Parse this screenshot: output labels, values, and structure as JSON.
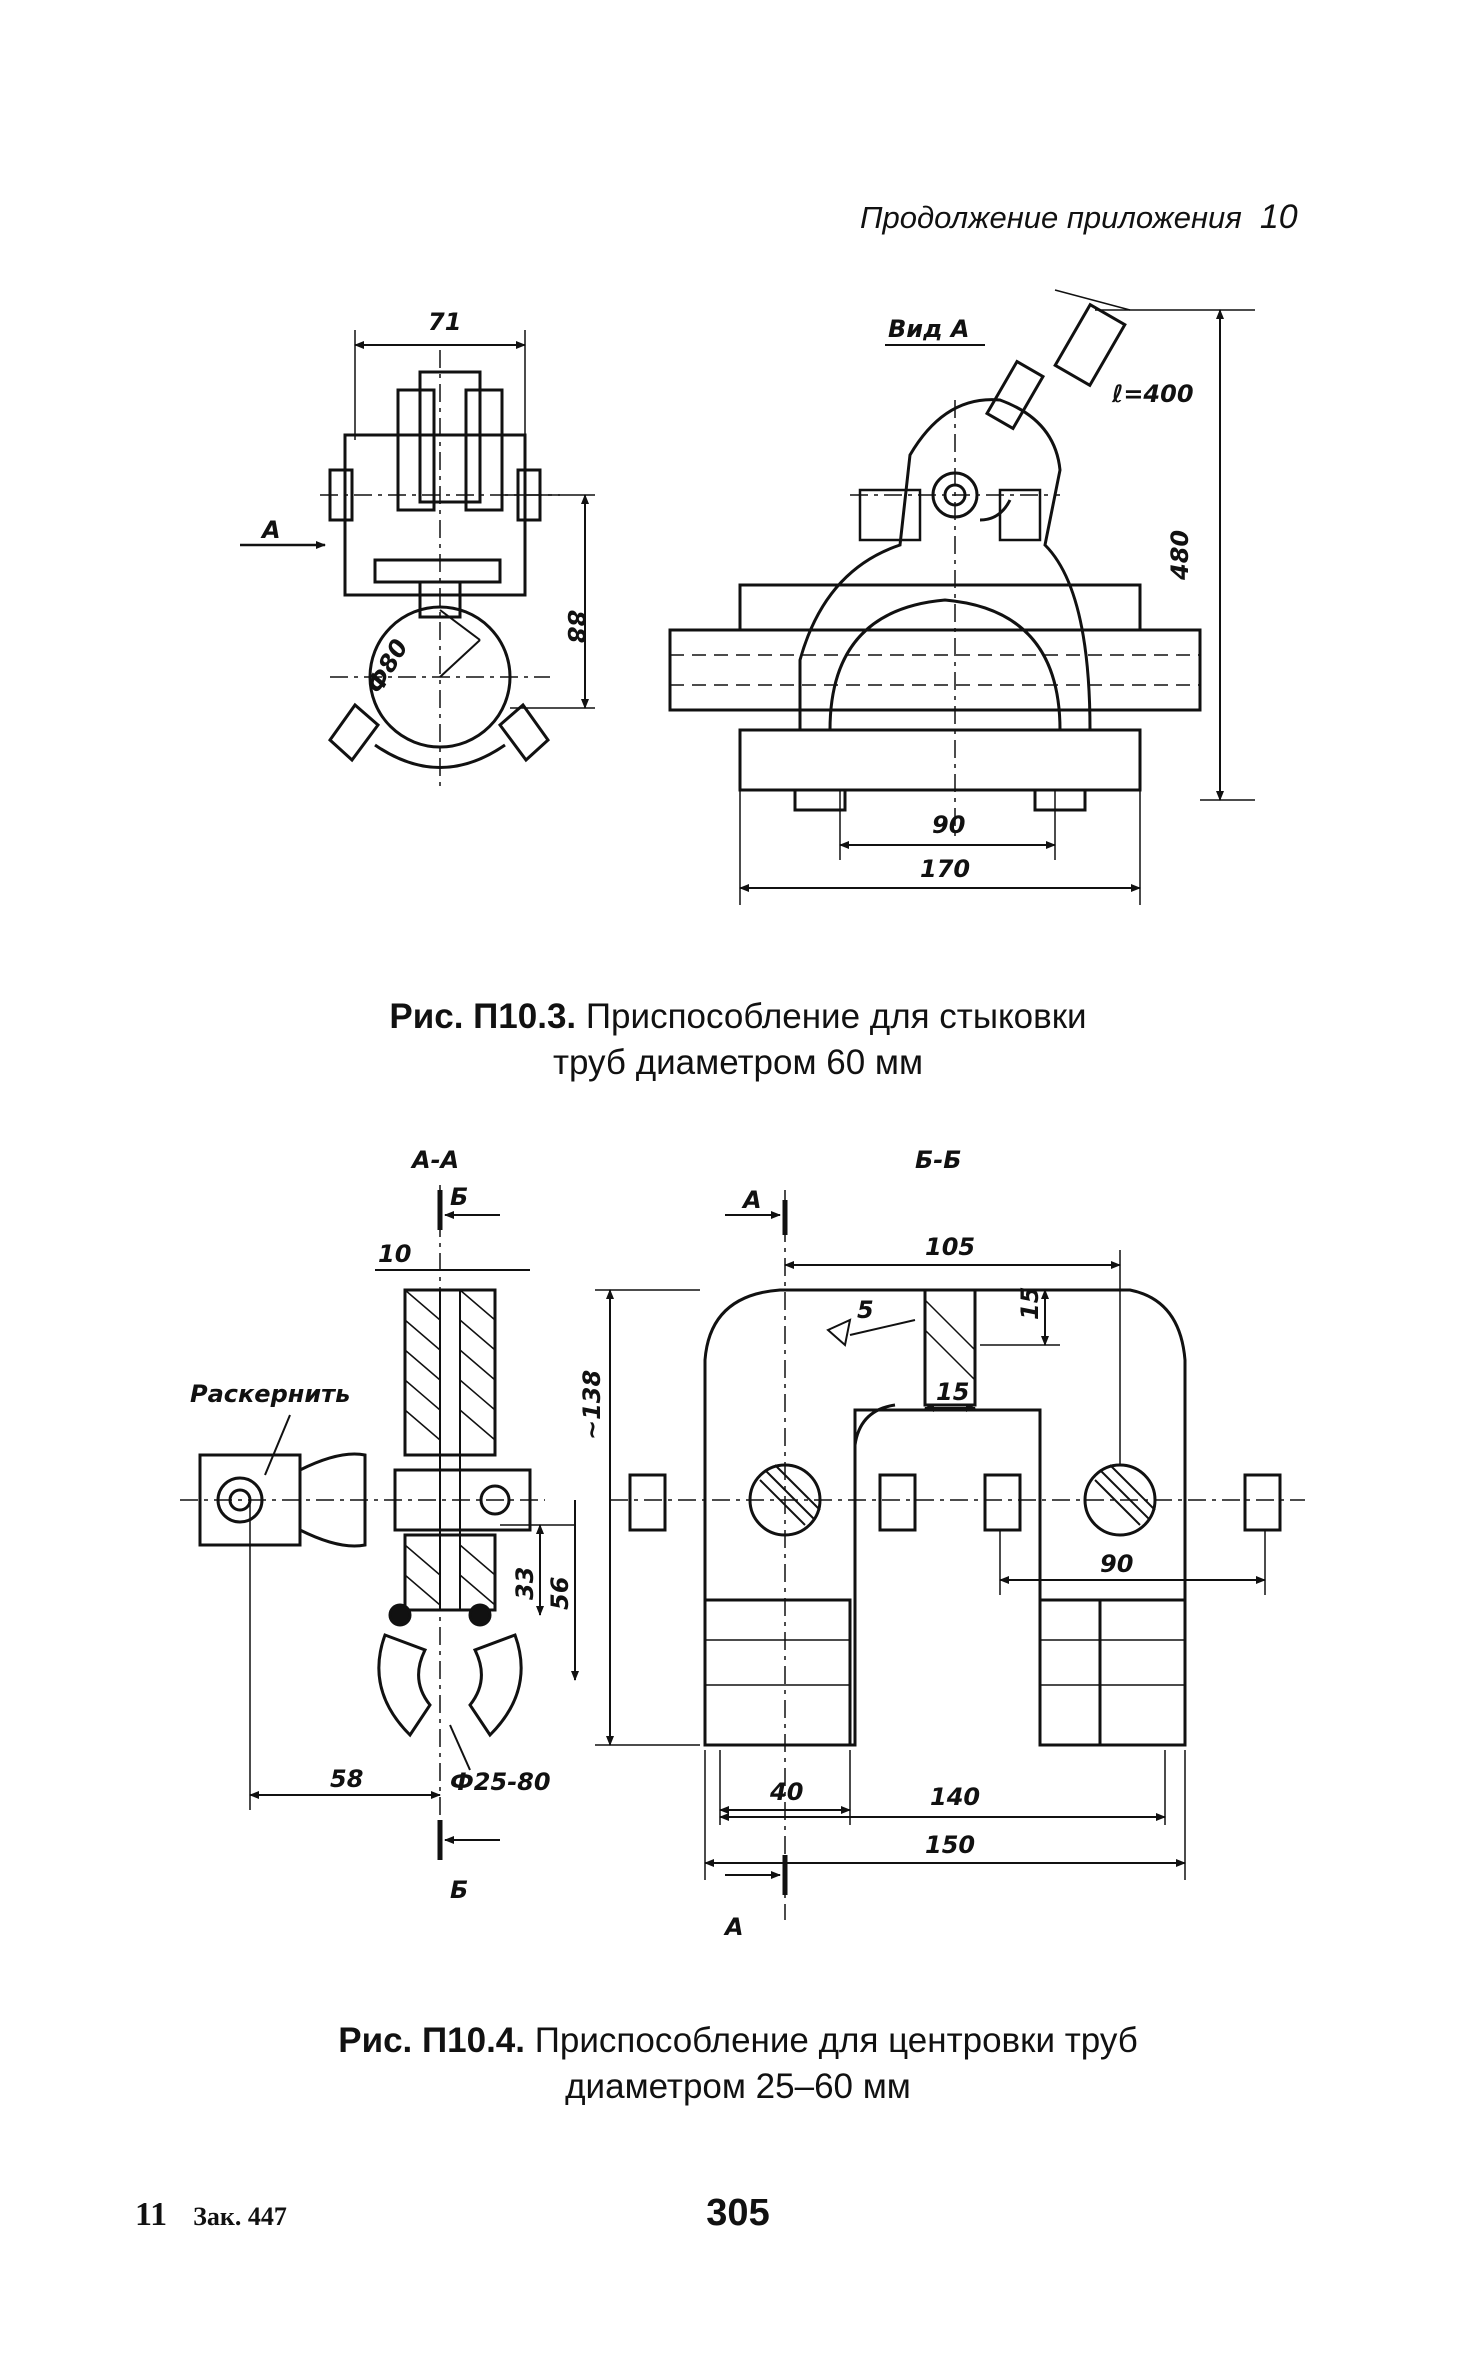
{
  "header": {
    "text": "Продолжение приложения",
    "number": "10"
  },
  "figure1": {
    "caption_label": "Рис. П10.3.",
    "caption_line1": "Приспособление для стыковки",
    "caption_line2": "труб диаметром 60 мм",
    "labels": {
      "view": "Вид А",
      "arrow": "А",
      "dim_71": "71",
      "dim_88": "88",
      "dim_phi80": "Ф80",
      "dim_480": "480",
      "dim_l": "ℓ=400",
      "dim_90": "90",
      "dim_170": "170"
    }
  },
  "figure2": {
    "caption_label": "Рис. П10.4.",
    "caption_line1": "Приспособление для центровки труб",
    "caption_line2": "диаметром 25–60 мм",
    "labels": {
      "section_aa": "А-А",
      "section_bb": "Б-Б",
      "mark_b": "Б",
      "mark_a": "А",
      "note": "Раскернить",
      "dim_10": "10",
      "dim_58": "58",
      "dim_phi": "Ф25-80",
      "dim_33": "33",
      "dim_56": "56",
      "dim_138": "~138",
      "dim_105": "105",
      "weld": "5",
      "dim_15": "15",
      "dim_15b": "15",
      "dim_90": "90",
      "dim_40": "40",
      "dim_140": "140",
      "dim_150": "150"
    }
  },
  "footer": {
    "sheet": "11",
    "order": "Зак. 447",
    "page": "305"
  }
}
